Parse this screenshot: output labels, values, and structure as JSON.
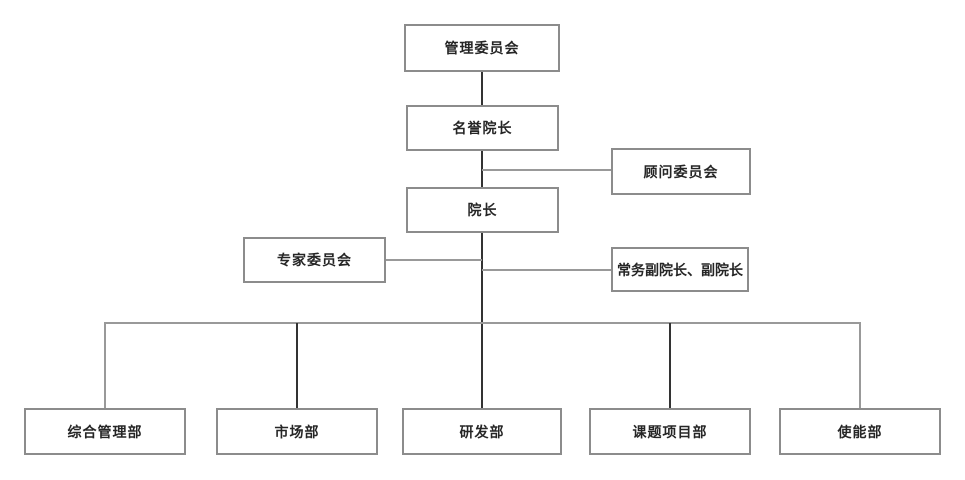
{
  "colors": {
    "background": "#ffffff",
    "box_border": "#8c8c8c",
    "connector_gray": "#999999",
    "connector_dark": "#333333",
    "text": "#262626"
  },
  "org_chart": {
    "nodes": {
      "management_committee": {
        "label": "管理委员会"
      },
      "honorary_dean": {
        "label": "名誉院长"
      },
      "advisory_committee": {
        "label": "顾问委员会"
      },
      "dean": {
        "label": "院长"
      },
      "expert_committee": {
        "label": "专家委员会"
      },
      "vice_deans": {
        "label": "常务副院长、副院长"
      },
      "dept_general_management": {
        "label": "综合管理部"
      },
      "dept_marketing": {
        "label": "市场部"
      },
      "dept_rnd": {
        "label": "研发部"
      },
      "dept_projects": {
        "label": "课题项目部"
      },
      "dept_enablement": {
        "label": "使能部"
      }
    }
  }
}
